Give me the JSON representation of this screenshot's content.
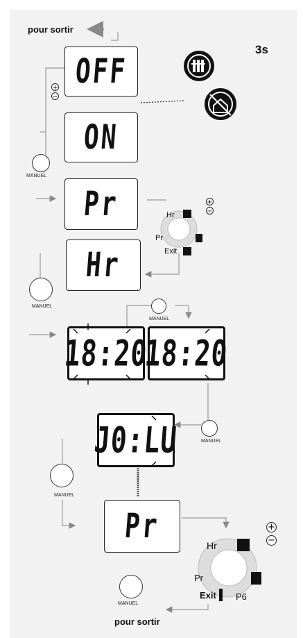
{
  "labels": {
    "exit_top": "pour sortir",
    "hold_time": "3s",
    "exit_bottom": "pour sortir"
  },
  "screens": {
    "off": "OFF",
    "on": "ON",
    "pr_1": "Pr",
    "hr": "Hr",
    "time_blink": "18:20",
    "time_set": "18:20",
    "day": "J0:LU",
    "pr_2": "Pr"
  },
  "button": {
    "manuel_label": "MANUEL"
  },
  "wheel": {
    "hr": "Hr",
    "pr": "Pr",
    "exit": "Exit",
    "p6": "P6",
    "plus": "+",
    "minus": "−"
  },
  "icons": {
    "frost_icon": "house-plant-crossed-icon",
    "heater_icon": "radiator-icon"
  }
}
